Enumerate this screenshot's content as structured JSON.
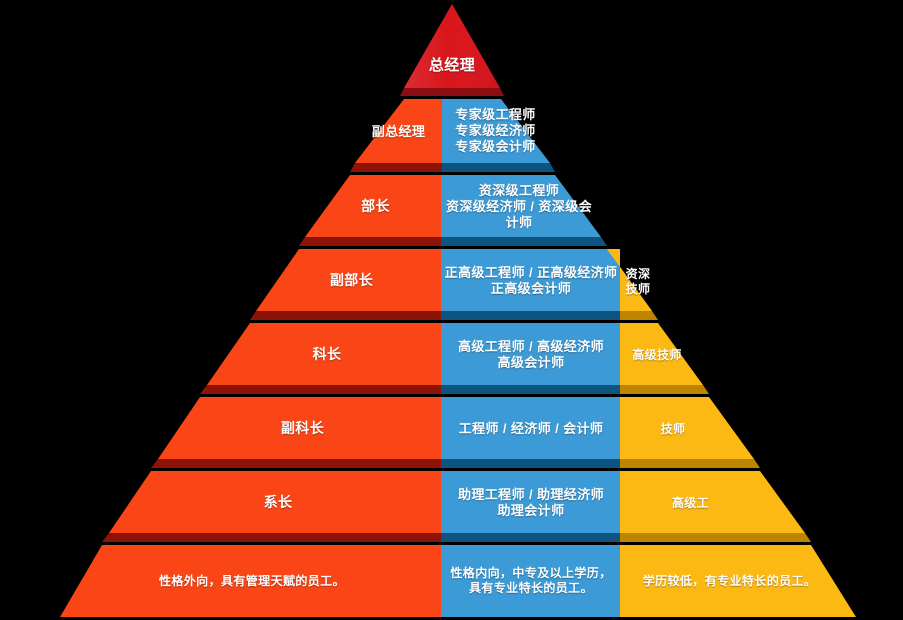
{
  "diagram": {
    "background_color": "#000000",
    "title_hidden": true,
    "columns": [
      {
        "key": "management",
        "color": "#FA4616",
        "shadow": "#8C1407",
        "label": "management-track"
      },
      {
        "key": "professional",
        "color": "#3C9BD6",
        "shadow": "#0D5480",
        "label": "professional-track"
      },
      {
        "key": "skilled",
        "color": "#FDB913",
        "shadow": "#BD8400",
        "label": "skilled-track"
      }
    ],
    "apex": {
      "color": "#D8161C",
      "shadow": "#8C0E12",
      "text": "总经理"
    },
    "tiers": [
      {
        "level": 2,
        "management": "副总经理",
        "professional": "专家级工程师\n专家级经济师\n专家级会计师",
        "skilled": ""
      },
      {
        "level": 3,
        "management": "部长",
        "professional": "资深级工程师\n资深级经济师 / 资深级会计师",
        "skilled": ""
      },
      {
        "level": 4,
        "management": "副部长",
        "professional": "正高级工程师 / 正高级经济师\n正高级会计师",
        "skilled": "资深\n技师"
      },
      {
        "level": 5,
        "management": "科长",
        "professional": "高级工程师 / 高级经济师\n高级会计师",
        "skilled": "高级技师"
      },
      {
        "level": 6,
        "management": "副科长",
        "professional": "工程师 / 经济师 / 会计师",
        "skilled": "技师"
      },
      {
        "level": 7,
        "management": "系长",
        "professional": "助理工程师 / 助理经济师\n助理会计师",
        "skilled": "高级工"
      }
    ],
    "base": {
      "management": "性格外向，具有管理天赋的员工。",
      "professional": "性格内向，中专及以上学历，\n具有专业特长的员工。",
      "skilled": "学历较低，有专业特长的员工。"
    }
  }
}
